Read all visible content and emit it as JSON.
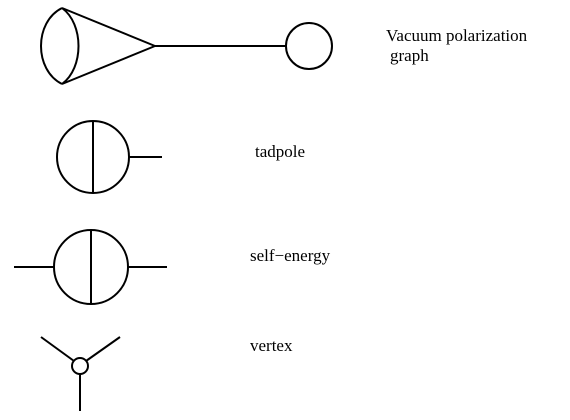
{
  "figure": {
    "diagrams": [
      {
        "id": "vacuum",
        "label_line1": "Vacuum polarization",
        "label_line2": "graph"
      },
      {
        "id": "tadpole",
        "label": "tadpole"
      },
      {
        "id": "self_energy",
        "label": "self−energy"
      },
      {
        "id": "vertex",
        "label": "vertex"
      }
    ]
  }
}
